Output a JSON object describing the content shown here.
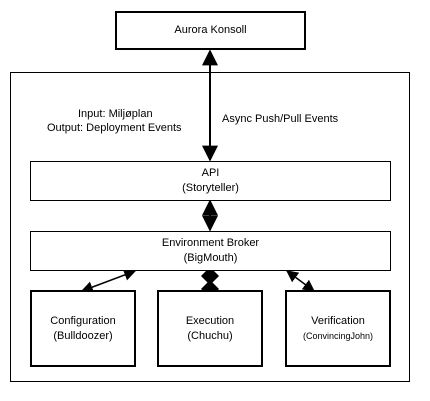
{
  "console": {
    "label": "Aurora Konsoll"
  },
  "input_output": {
    "input": "Input: Miljøplan",
    "output": "Output: Deployment Events"
  },
  "async_label": "Async Push/Pull Events",
  "api": {
    "title": "API",
    "subtitle": "(Storyteller)"
  },
  "broker": {
    "title": "Environment Broker",
    "subtitle": "(BigMouth)"
  },
  "configuration": {
    "title": "Configuration",
    "subtitle": "(Bulldoozer)"
  },
  "execution": {
    "title": "Execution",
    "subtitle": "(Chuchu)"
  },
  "verification": {
    "title": "Verification",
    "subtitle": "(ConvincingJohn)"
  }
}
